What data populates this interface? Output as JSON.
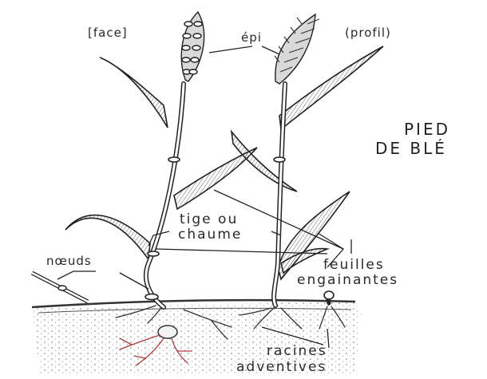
{
  "title": {
    "line1": "PIED",
    "line2": "DE BLÉ"
  },
  "labels": {
    "face": "[face]",
    "epi": "épi",
    "profil": "(profil)",
    "tige": "tige ou",
    "chaume": "chaume",
    "noeuds": "nœuds",
    "feuilles": "feuilles",
    "engainantes": "engainantes",
    "racines": "racines",
    "adventives": "adventives"
  },
  "colors": {
    "ink": "#2a2a2a",
    "soil": "#7a7a7a",
    "roots_red": "#b23a3a",
    "paper": "#ffffff"
  }
}
